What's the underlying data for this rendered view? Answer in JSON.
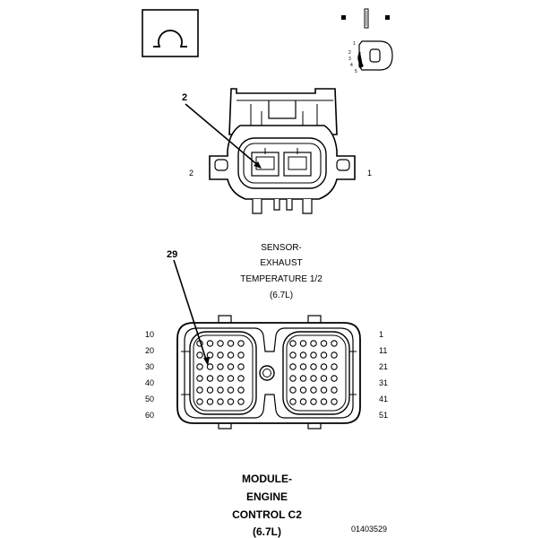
{
  "sensor_connector": {
    "callout": "2",
    "pin_left": "2",
    "pin_right": "1",
    "caption": [
      "SENSOR-",
      "EXHAUST",
      "TEMPERATURE 1/2",
      "(6.7L)"
    ]
  },
  "ecm_connector": {
    "callout": "29",
    "left_row_labels": [
      "10",
      "20",
      "30",
      "40",
      "50",
      "60"
    ],
    "right_row_labels": [
      "1",
      "11",
      "21",
      "31",
      "41",
      "51"
    ],
    "caption": [
      "MODULE-",
      "ENGINE",
      "CONTROL C2",
      "(6.7L)"
    ]
  },
  "terminal_view": {
    "numbers": [
      "1",
      "2",
      "3",
      "4",
      "5"
    ]
  },
  "figure_id": "01403529"
}
